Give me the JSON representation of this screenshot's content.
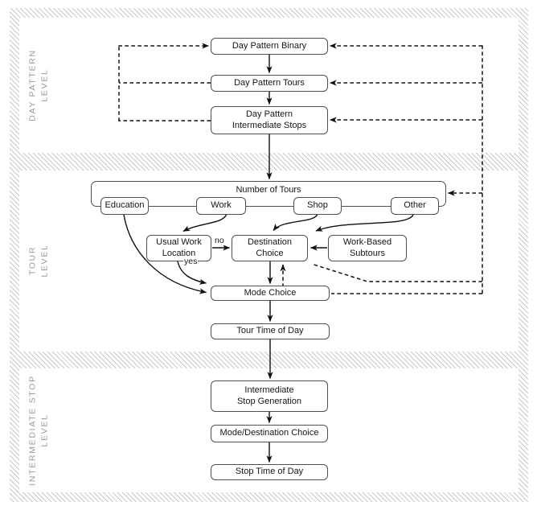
{
  "diagram": {
    "title_hint": "activity-based model structure flowchart",
    "levels": [
      {
        "line1": "DAY PATTERN",
        "line2": "LEVEL"
      },
      {
        "line1": "TOUR",
        "line2": "LEVEL"
      },
      {
        "line1": "INTERMEDIATE STOP",
        "line2": "LEVEL"
      }
    ],
    "nodes": {
      "day_pattern_binary": "Day Pattern Binary",
      "day_pattern_tours": "Day Pattern Tours",
      "day_pattern_intermediate_stops": "Day Pattern\nIntermediate Stops",
      "number_of_tours": "Number of Tours",
      "education": "Education",
      "work": "Work",
      "shop": "Shop",
      "other": "Other",
      "usual_work_location": "Usual Work\nLocation",
      "destination_choice": "Destination\nChoice",
      "work_based_subtours": "Work-Based\nSubtours",
      "mode_choice": "Mode Choice",
      "tour_time_of_day": "Tour Time of Day",
      "intermediate_stop_generation": "Intermediate\nStop Generation",
      "mode_destination_choice": "Mode/Destination Choice",
      "stop_time_of_day": "Stop Time of Day"
    },
    "edge_labels": {
      "no": "no",
      "yes": "yes"
    },
    "edges": {
      "solid": [
        {
          "from": "day_pattern_binary",
          "to": "day_pattern_tours"
        },
        {
          "from": "day_pattern_tours",
          "to": "day_pattern_intermediate_stops"
        },
        {
          "from": "day_pattern_intermediate_stops",
          "to": "number_of_tours"
        },
        {
          "from": "work",
          "to": "usual_work_location"
        },
        {
          "from": "shop",
          "to": "destination_choice"
        },
        {
          "from": "other",
          "to": "destination_choice"
        },
        {
          "from": "usual_work_location",
          "to": "destination_choice",
          "label": "no"
        },
        {
          "from": "usual_work_location",
          "to": "mode_choice",
          "label": "yes"
        },
        {
          "from": "education",
          "to": "mode_choice"
        },
        {
          "from": "work_based_subtours",
          "to": "destination_choice"
        },
        {
          "from": "destination_choice",
          "to": "mode_choice"
        },
        {
          "from": "mode_choice",
          "to": "tour_time_of_day"
        },
        {
          "from": "tour_time_of_day",
          "to": "intermediate_stop_generation"
        },
        {
          "from": "intermediate_stop_generation",
          "to": "mode_destination_choice"
        },
        {
          "from": "mode_destination_choice",
          "to": "stop_time_of_day"
        }
      ],
      "dashed": [
        {
          "from": "day_pattern_tours",
          "to": "day_pattern_binary",
          "via": "left-loop"
        },
        {
          "from": "day_pattern_intermediate_stops",
          "to": "day_pattern_binary",
          "via": "left-loop"
        },
        {
          "from": "mode_choice",
          "to": "day_pattern_binary",
          "via": "right-loop"
        },
        {
          "from": "mode_choice",
          "to": "day_pattern_tours",
          "via": "right-loop"
        },
        {
          "from": "mode_choice",
          "to": "day_pattern_intermediate_stops",
          "via": "right-loop"
        },
        {
          "from": "mode_choice",
          "to": "number_of_tours",
          "via": "right-loop"
        },
        {
          "from": "destination_choice",
          "to": "right-loop"
        },
        {
          "from": "mode_choice",
          "to": "destination_choice"
        }
      ]
    },
    "colors": {
      "line": "#111111",
      "box_border": "#505050",
      "level_label": "#9a9a9a",
      "hatch": "#c8c8c8",
      "background": "#ffffff"
    }
  }
}
